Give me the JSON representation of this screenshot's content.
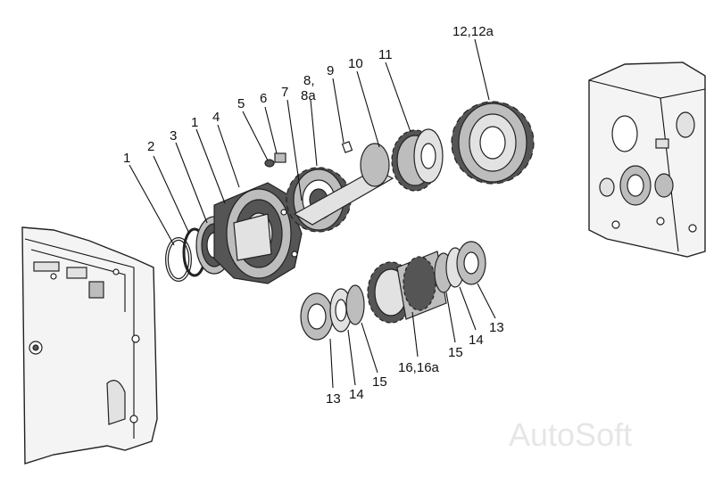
{
  "callouts": [
    {
      "id": "1a",
      "text": "1"
    },
    {
      "id": "2",
      "text": "2"
    },
    {
      "id": "3",
      "text": "3"
    },
    {
      "id": "1b",
      "text": "1"
    },
    {
      "id": "4",
      "text": "4"
    },
    {
      "id": "5",
      "text": "5"
    },
    {
      "id": "6",
      "text": "6"
    },
    {
      "id": "7",
      "text": "7"
    },
    {
      "id": "8",
      "text": "8,"
    },
    {
      "id": "8a",
      "text": "8a"
    },
    {
      "id": "9",
      "text": "9"
    },
    {
      "id": "10",
      "text": "10"
    },
    {
      "id": "11",
      "text": "11"
    },
    {
      "id": "12",
      "text": "12,12a"
    },
    {
      "id": "13a",
      "text": "13"
    },
    {
      "id": "14a",
      "text": "14"
    },
    {
      "id": "15a",
      "text": "15"
    },
    {
      "id": "16",
      "text": "16,16a"
    },
    {
      "id": "15b",
      "text": "15"
    },
    {
      "id": "14b",
      "text": "14"
    },
    {
      "id": "13b",
      "text": "13"
    }
  ],
  "watermark": "AutoSoft"
}
